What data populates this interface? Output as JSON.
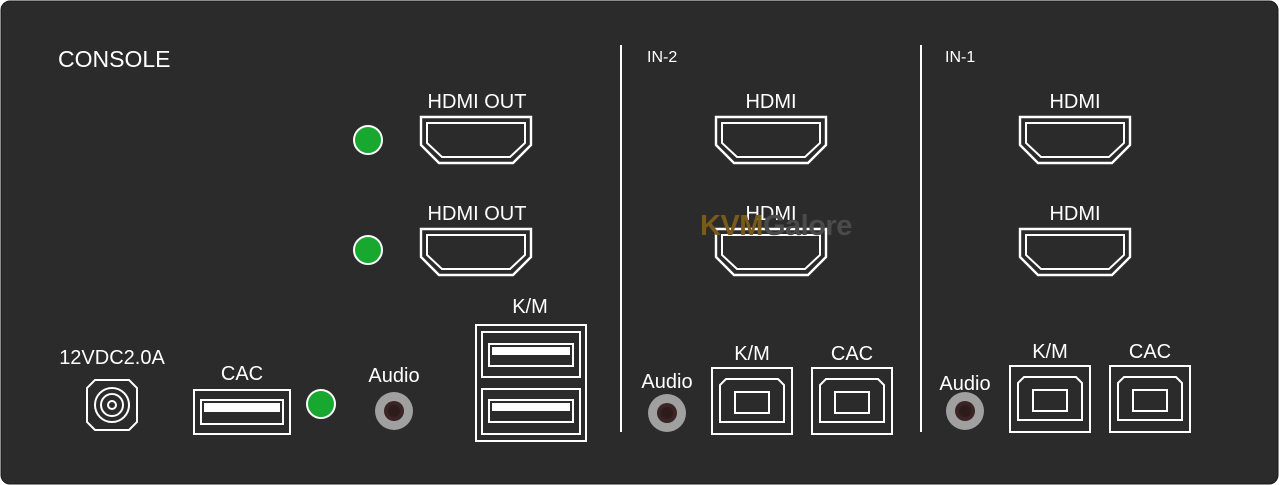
{
  "console": {
    "title": "CONSOLE",
    "hdmi_out_1": "HDMI OUT",
    "hdmi_out_2": "HDMI OUT",
    "km": "K/M",
    "power": "12VDC2.0A",
    "cac": "CAC",
    "audio": "Audio"
  },
  "in2": {
    "title": "IN-2",
    "hdmi_1": "HDMI",
    "hdmi_2": "HDMI",
    "audio": "Audio",
    "km": "K/M",
    "cac": "CAC"
  },
  "in1": {
    "title": "IN-1",
    "hdmi_1": "HDMI",
    "hdmi_2": "HDMI",
    "audio": "Audio",
    "km": "K/M",
    "cac": "CAC"
  },
  "watermark": {
    "part1": "KVM",
    "part2": "Galore"
  },
  "colors": {
    "panel": "#2b2b2b",
    "port_outline": "#ffffff",
    "led": "#18a830",
    "audio_ring": "#a0a0a0",
    "audio_hole": "#3a2424"
  }
}
